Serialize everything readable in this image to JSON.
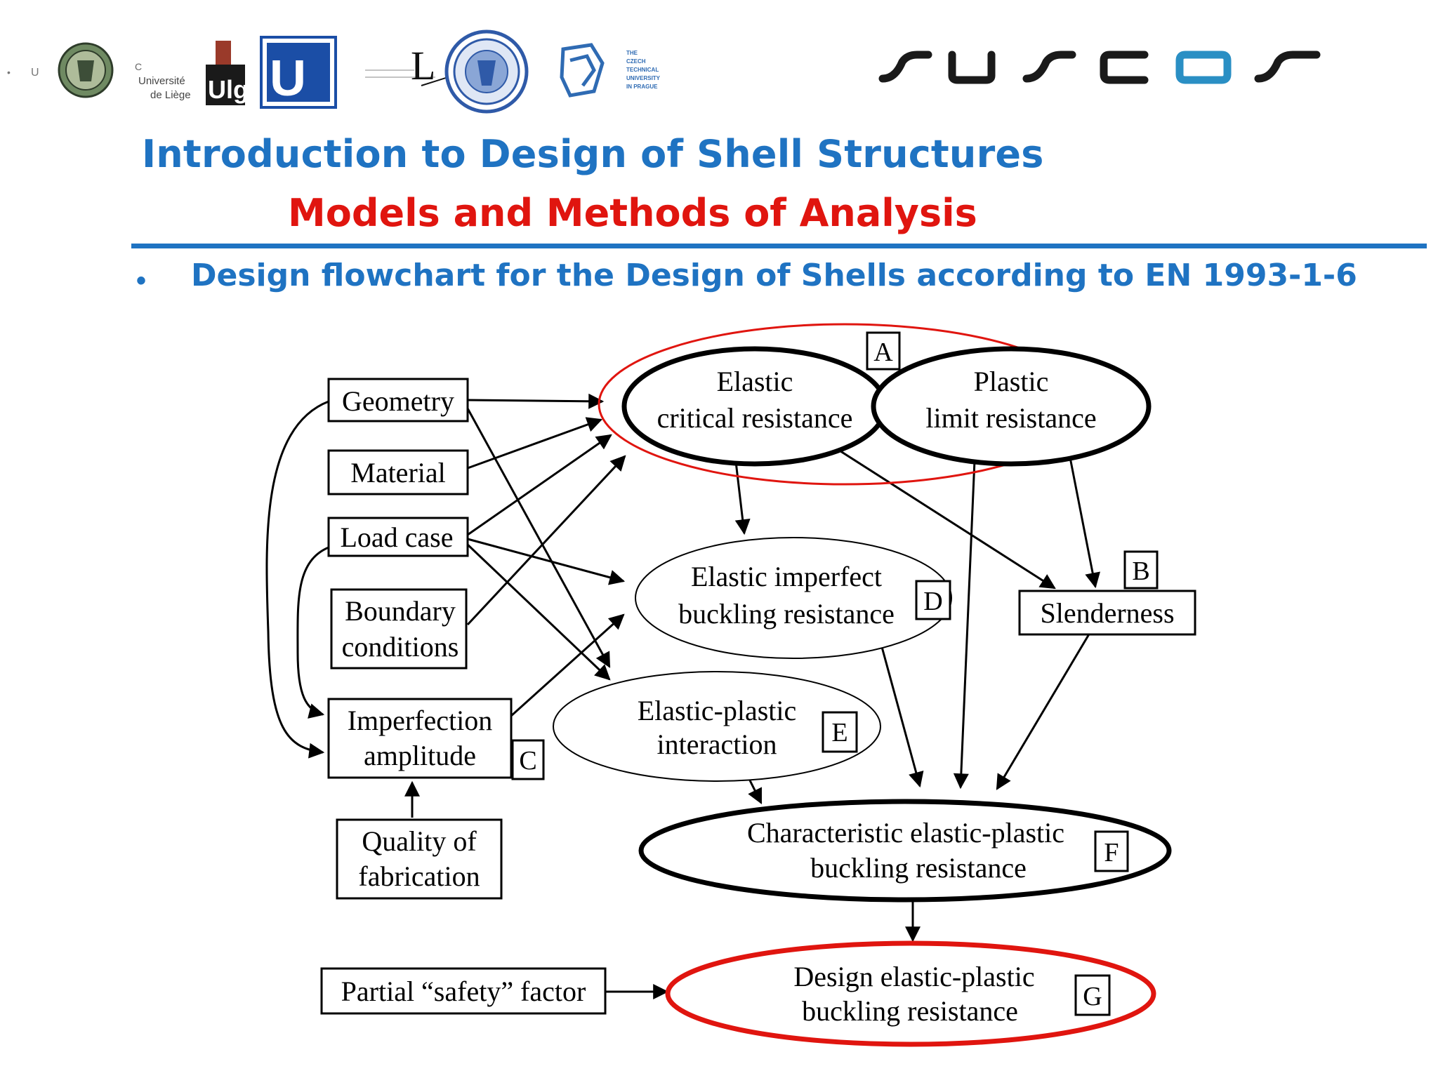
{
  "header": {
    "title": "Introduction to Design of Shell Structures",
    "subtitle": "Models and Methods of Analysis",
    "logos": {
      "universite_line1": "Université",
      "universite_line2": "de Liège",
      "ulg": "Ulg",
      "u_logo": "U",
      "l_logo": "L",
      "czech_tech": [
        "THE",
        "CZECH",
        "TECHNICAL",
        "UNIVERSITY",
        "IN PRAGUE"
      ],
      "suscos": "suscos"
    },
    "colors": {
      "title_blue": "#1f73c2",
      "subtitle_red": "#e0150f",
      "diagram_red": "#e0150f"
    }
  },
  "bullet": {
    "symbol": "•",
    "text": "Design flowchart for the Design of Shells according to EN 1993-1-6"
  },
  "diagram": {
    "nodes": {
      "geometry": "Geometry",
      "material": "Material",
      "load_case": "Load case",
      "boundary": [
        "Boundary",
        "conditions"
      ],
      "imperfection": [
        "Imperfection",
        "amplitude"
      ],
      "quality": [
        "Quality of",
        "fabrication"
      ],
      "partial_factor": "Partial “safety” factor",
      "elastic_critical": [
        "Elastic",
        "critical resistance"
      ],
      "plastic_limit": [
        "Plastic",
        "limit resistance"
      ],
      "elastic_imperfect": [
        "Elastic imperfect",
        "buckling resistance"
      ],
      "elastic_plastic_interaction": [
        "Elastic-plastic",
        "interaction"
      ],
      "slenderness": "Slenderness",
      "characteristic": [
        "Characteristic elastic-plastic",
        "buckling resistance"
      ],
      "design": [
        "Design elastic-plastic",
        "buckling resistance"
      ]
    },
    "tags": {
      "a": "A",
      "b": "B",
      "c": "C",
      "d": "D",
      "e": "E",
      "f": "F",
      "g": "G"
    }
  }
}
